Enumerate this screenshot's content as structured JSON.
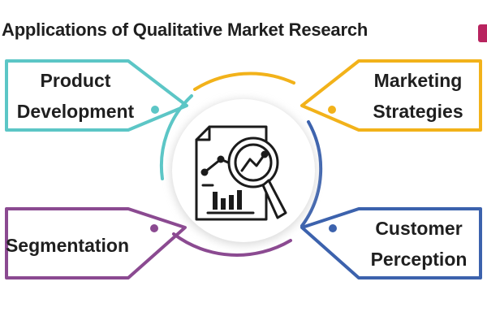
{
  "title": "Applications of Qualitative Market Research",
  "items": [
    {
      "label_lines": [
        "Product",
        "Development"
      ],
      "color": "#5cc6c6"
    },
    {
      "label_lines": [
        "Marketing",
        "Strategies"
      ],
      "color": "#f2b21a"
    },
    {
      "label_lines": [
        "Segmentation"
      ],
      "color": "#8b4a91"
    },
    {
      "label_lines": [
        "Customer",
        "Perception"
      ],
      "color": "#3c62ad"
    }
  ],
  "center_icon": "magnifier-report-chart-icon"
}
